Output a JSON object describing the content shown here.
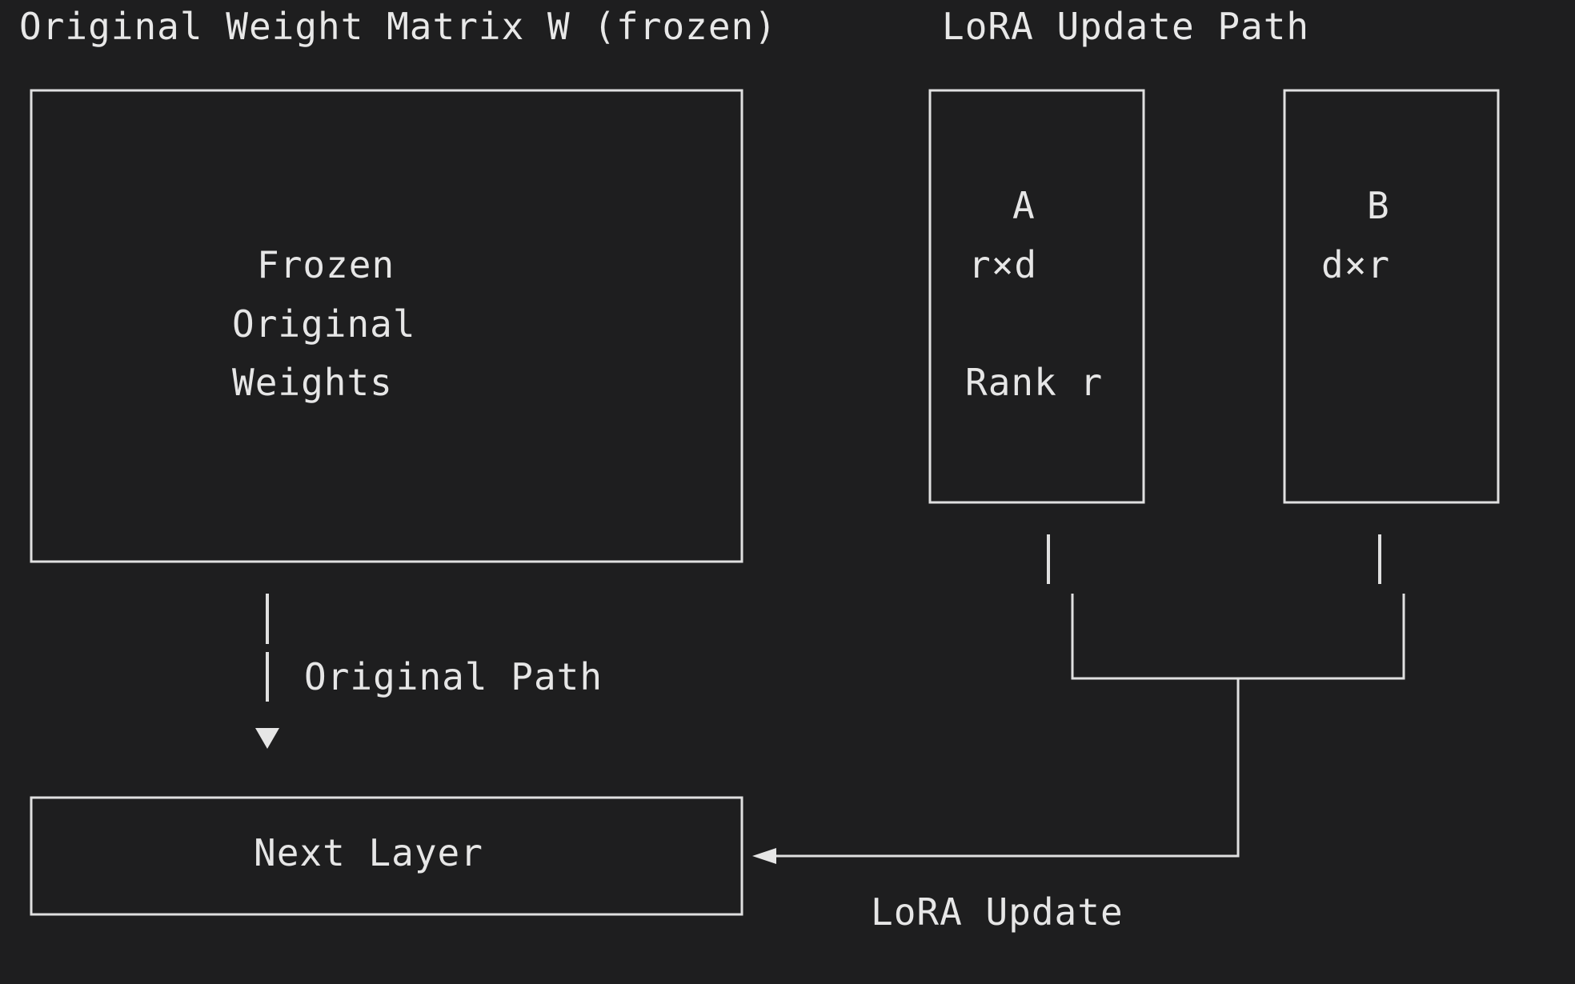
{
  "headings": {
    "left": "Original Weight Matrix W (frozen)",
    "right": "LoRA Update Path"
  },
  "frozen_box": {
    "lines": [
      "Frozen",
      "Original",
      "Weights"
    ]
  },
  "matrix_a": {
    "name": "A",
    "shape": "r×d",
    "rank_label": "Rank r"
  },
  "matrix_b": {
    "name": "B",
    "shape": "d×r"
  },
  "original_path_label": "Original Path",
  "next_layer_label": "Next Layer",
  "lora_update_label": "LoRA Update",
  "colors": {
    "background": "#1e1e1f",
    "foreground": "#e6e6e6"
  }
}
